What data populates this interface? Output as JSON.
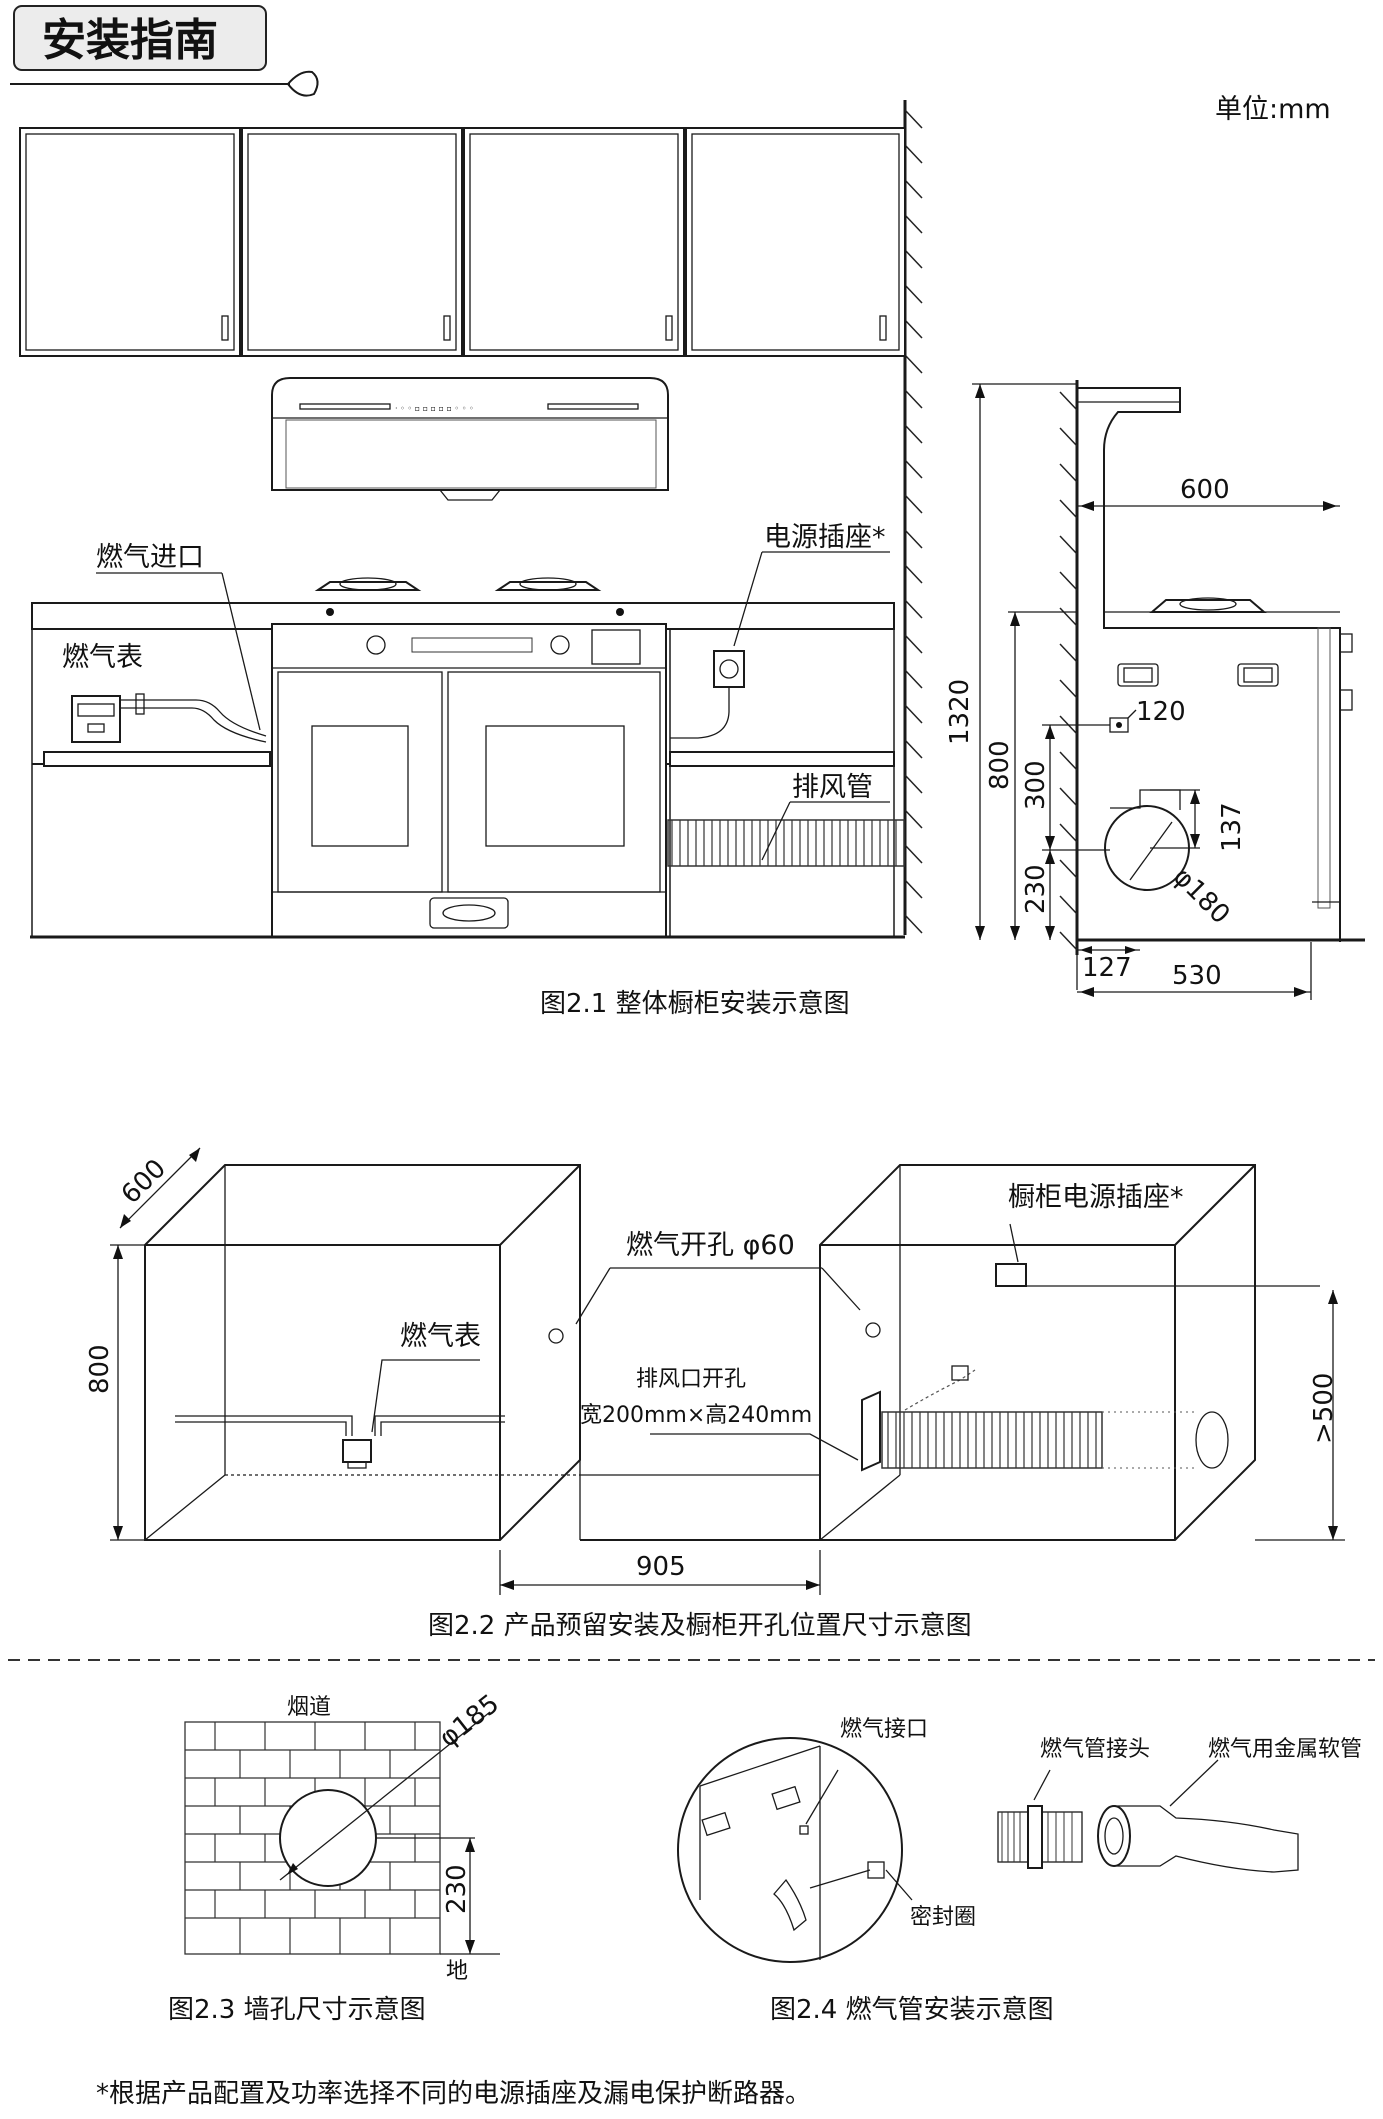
{
  "header": {
    "title": "安装指南",
    "unit": "单位:mm"
  },
  "figure1": {
    "caption": "图2.1  整体橱柜安装示意图",
    "labels": {
      "gas_inlet": "燃气进口",
      "gas_meter": "燃气表",
      "power_socket": "电源插座*",
      "exhaust_pipe": "排风管"
    },
    "side_view_dims": {
      "depth_top": "600",
      "height_total": "1320",
      "height_counter": "800",
      "socket_height": "300",
      "duct_height": "230",
      "socket_size": "120",
      "duct_offset": "137",
      "duct_diameter": "φ180",
      "duct_from_wall": "127",
      "cabinet_depth": "530"
    }
  },
  "figure2": {
    "caption": "图2.2  产品预留安装及橱柜开孔位置尺寸示意图",
    "labels": {
      "depth": "600",
      "height": "800",
      "gas_meter": "燃气表",
      "gas_hole": "燃气开孔 φ60",
      "exhaust_hole_title": "排风口开孔",
      "exhaust_hole_size": "宽200mm×高240mm",
      "cabinet_socket": "橱柜电源插座*",
      "socket_height": ">500",
      "opening_width": "905"
    }
  },
  "figure3": {
    "caption": "图2.3 墙孔尺寸示意图",
    "labels": {
      "flue": "烟道",
      "diameter": "φ185",
      "height": "230",
      "ground": "地"
    }
  },
  "figure4": {
    "caption": "图2.4 燃气管安装示意图",
    "labels": {
      "gas_port": "燃气接口",
      "seal_ring": "密封圈",
      "pipe_joint": "燃气管接头",
      "metal_hose": "燃气用金属软管"
    }
  },
  "footnote": "*根据产品配置及功率选择不同的电源插座及漏电保护断路器。"
}
